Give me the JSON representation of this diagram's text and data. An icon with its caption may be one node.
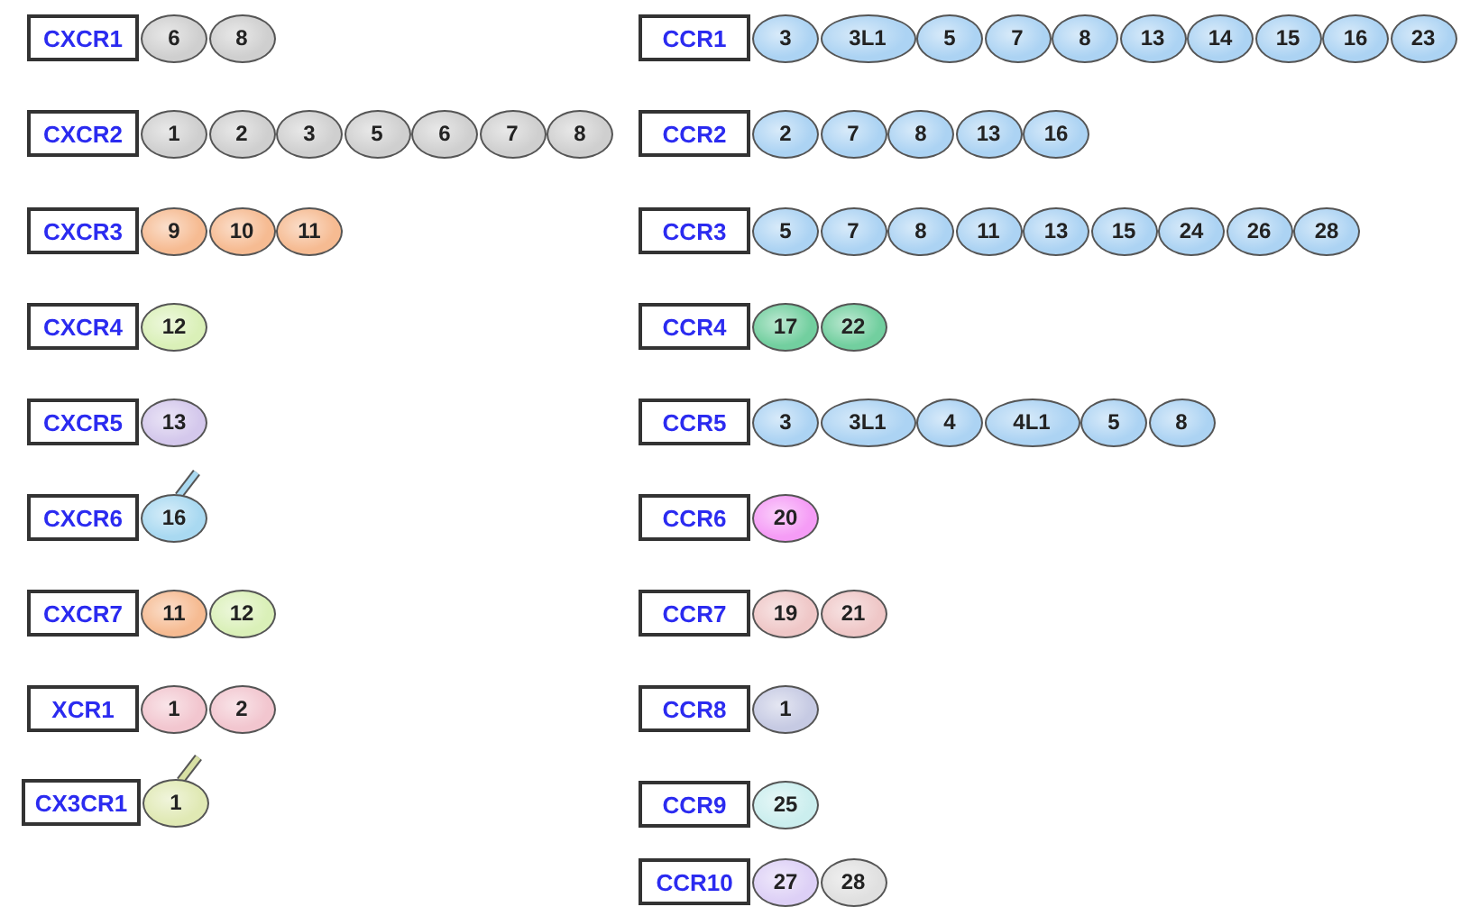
{
  "diagram": {
    "nodes": [
      {
        "text": [
          "CXCR1"
        ]
      },
      {
        "text": [
          "6"
        ]
      },
      {
        "text": [
          "8"
        ]
      },
      {
        "text": [
          "CXCR2"
        ]
      },
      {
        "text": [
          "1"
        ]
      },
      {
        "text": [
          "2"
        ]
      },
      {
        "text": [
          "3"
        ]
      },
      {
        "text": [
          "5"
        ]
      },
      {
        "text": [
          "6"
        ]
      },
      {
        "text": [
          "7"
        ]
      },
      {
        "text": [
          "8"
        ]
      },
      {
        "text": [
          "CXCR3"
        ]
      },
      {
        "text": [
          "9"
        ]
      },
      {
        "text": [
          "10"
        ]
      },
      {
        "text": [
          "11"
        ]
      },
      {
        "text": [
          "CXCR4"
        ]
      },
      {
        "text": [
          "12"
        ]
      },
      {
        "text": [
          "CXCR5"
        ]
      },
      {
        "text": [
          "13"
        ]
      },
      {
        "text": [
          "CXCR6"
        ]
      },
      {
        "text": [
          "16"
        ]
      },
      {
        "text": [
          "CXCR7"
        ]
      },
      {
        "text": [
          "11"
        ]
      },
      {
        "text": [
          "12"
        ]
      },
      {
        "text": [
          "XCR1"
        ]
      },
      {
        "text": [
          "1"
        ]
      },
      {
        "text": [
          "2"
        ]
      },
      {
        "text": [
          "CX3CR1"
        ]
      },
      {
        "text": [
          "1"
        ]
      },
      {
        "text": [
          "CCR1"
        ]
      },
      {
        "text": [
          "3"
        ]
      },
      {
        "text": [
          "3L1"
        ]
      },
      {
        "text": [
          "5"
        ]
      },
      {
        "text": [
          "7"
        ]
      },
      {
        "text": [
          "8"
        ]
      },
      {
        "text": [
          "13"
        ]
      },
      {
        "text": [
          "14"
        ]
      },
      {
        "text": [
          "15"
        ]
      },
      {
        "text": [
          "16"
        ]
      },
      {
        "text": [
          "23"
        ]
      },
      {
        "text": [
          "CCR2"
        ]
      },
      {
        "text": [
          "2"
        ]
      },
      {
        "text": [
          "7"
        ]
      },
      {
        "text": [
          "8"
        ]
      },
      {
        "text": [
          "13"
        ]
      },
      {
        "text": [
          "16"
        ]
      },
      {
        "text": [
          "CCR3"
        ]
      },
      {
        "text": [
          "5"
        ]
      },
      {
        "text": [
          "7"
        ]
      },
      {
        "text": [
          "8"
        ]
      },
      {
        "text": [
          "11"
        ]
      },
      {
        "text": [
          "13"
        ]
      },
      {
        "text": [
          "15"
        ]
      },
      {
        "text": [
          "24"
        ]
      },
      {
        "text": [
          "26"
        ]
      },
      {
        "text": [
          "28"
        ]
      },
      {
        "text": [
          "CCR4"
        ]
      },
      {
        "text": [
          "17"
        ]
      },
      {
        "text": [
          "22"
        ]
      },
      {
        "text": [
          "CCR5"
        ]
      },
      {
        "text": [
          "3"
        ]
      },
      {
        "text": [
          "3L1"
        ]
      },
      {
        "text": [
          "4"
        ]
      },
      {
        "text": [
          "4L1"
        ]
      },
      {
        "text": [
          "5"
        ]
      },
      {
        "text": [
          "8"
        ]
      },
      {
        "text": [
          "CCR6"
        ]
      },
      {
        "text": [
          "20"
        ]
      },
      {
        "text": [
          "CCR7"
        ]
      },
      {
        "text": [
          "19"
        ]
      },
      {
        "text": [
          "21"
        ]
      },
      {
        "text": [
          "CCR8"
        ]
      },
      {
        "text": [
          "1"
        ]
      },
      {
        "text": [
          "CCR9"
        ]
      },
      {
        "text": [
          "25"
        ]
      },
      {
        "text": [
          "CCR10"
        ]
      },
      {
        "text": [
          "27"
        ]
      },
      {
        "text": [
          "28"
        ]
      }
    ]
  }
}
